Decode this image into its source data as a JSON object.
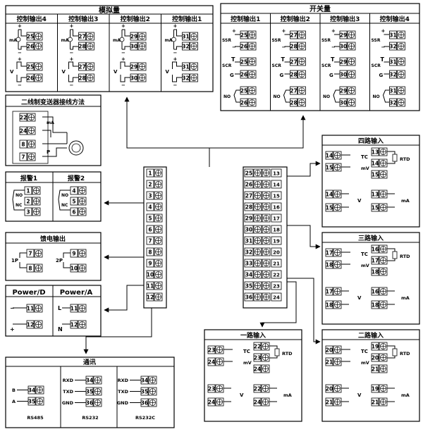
{
  "analog": {
    "title": "模拟量",
    "headers": [
      "控制输出4",
      "控制输出3",
      "控制输出2",
      "控制输出1"
    ],
    "upper": [
      [
        "25",
        "26"
      ],
      [
        "27",
        "28"
      ],
      [
        "29",
        "30"
      ],
      [
        "31",
        "32"
      ]
    ],
    "lower": [
      [
        "25",
        "26"
      ],
      [
        "27",
        "28"
      ],
      [
        "29",
        "30"
      ],
      [
        "31",
        "32"
      ]
    ],
    "mA": "mA",
    "V": "V"
  },
  "switch": {
    "title": "开关量",
    "headers": [
      "控制输出1",
      "控制输出2",
      "控制输出3",
      "控制输出4"
    ],
    "ssr": [
      [
        "25",
        "26"
      ],
      [
        "27",
        "28"
      ],
      [
        "29",
        "30"
      ],
      [
        "31",
        "32"
      ]
    ],
    "scr": [
      [
        "25",
        "26"
      ],
      [
        "27",
        "28"
      ],
      [
        "29",
        "30"
      ],
      [
        "31",
        "32"
      ]
    ],
    "no": [
      [
        "25",
        "26"
      ],
      [
        "27",
        "28"
      ],
      [
        "29",
        "30"
      ],
      [
        "31",
        "32"
      ]
    ],
    "SSR": "SSR",
    "SCR": "SCR",
    "G": "G",
    "NO": "NO"
  },
  "twowire": {
    "title": "二线制变送器接线方法",
    "terminals": [
      "22",
      "24",
      "8",
      "7"
    ],
    "mA": "mA",
    "P": "P"
  },
  "alarm": {
    "header1": "报警1",
    "header2": "报警2",
    "left": [
      "1",
      "2",
      "3"
    ],
    "right": [
      "4",
      "5",
      "6"
    ],
    "NO": "NO",
    "NC": "NC"
  },
  "feed": {
    "title": "馈电输出",
    "left": [
      "7",
      "8"
    ],
    "right": [
      "9",
      "10"
    ],
    "p1": "1P",
    "p2": "2P"
  },
  "power": {
    "header_d": "Power/D",
    "header_a": "Power/A",
    "d": [
      "11",
      "12"
    ],
    "a": [
      "11",
      "12"
    ],
    "L": "L",
    "N": "N"
  },
  "comm": {
    "title": "通讯",
    "rs485": {
      "labels": [
        "B",
        "A"
      ],
      "pins": [
        "34",
        "35"
      ],
      "name": "RS485"
    },
    "rs232": {
      "labels": [
        "RXD",
        "TXD",
        "GND"
      ],
      "pins": [
        "34",
        "35",
        "36"
      ],
      "name": "RS232"
    },
    "rs232c": {
      "labels": [
        "RXD",
        "TXD",
        "GND"
      ],
      "pins": [
        "34",
        "35",
        "36"
      ],
      "name": "RS232C"
    }
  },
  "panel": {
    "left": [
      "1",
      "2",
      "3",
      "4",
      "5",
      "6",
      "7",
      "8",
      "9",
      "10",
      "11",
      "12"
    ],
    "mid": [
      "25",
      "26",
      "27",
      "28",
      "29",
      "30",
      "31",
      "32",
      "33",
      "34",
      "35",
      "36"
    ],
    "right": [
      "13",
      "14",
      "15",
      "16",
      "17",
      "18",
      "19",
      "20",
      "21",
      "22",
      "23",
      "24"
    ]
  },
  "inputs": [
    {
      "title": "四路输入",
      "tc": [
        "14",
        "15"
      ],
      "rtd": [
        "13",
        "14",
        "15"
      ],
      "v": [
        "14",
        "15"
      ],
      "ma": [
        "13",
        "15"
      ]
    },
    {
      "title": "三路输入",
      "tc": [
        "17",
        "18"
      ],
      "rtd": [
        "16",
        "17",
        "18"
      ],
      "v": [
        "17",
        "18"
      ],
      "ma": [
        "16",
        "18"
      ]
    },
    {
      "title": "一路输入",
      "tc": [
        "23",
        "24"
      ],
      "rtd": [
        "22",
        "23",
        "24"
      ],
      "v": [
        "23",
        "24"
      ],
      "ma": [
        "22",
        "24"
      ]
    },
    {
      "title": "二路输入",
      "tc": [
        "20",
        "21"
      ],
      "rtd": [
        "19",
        "20",
        "21"
      ],
      "v": [
        "20",
        "21"
      ],
      "ma": [
        "19",
        "21"
      ]
    }
  ],
  "labels": {
    "TC": "TC",
    "mV": "mV",
    "RTD": "RTD",
    "V": "V",
    "mA": "mA"
  }
}
